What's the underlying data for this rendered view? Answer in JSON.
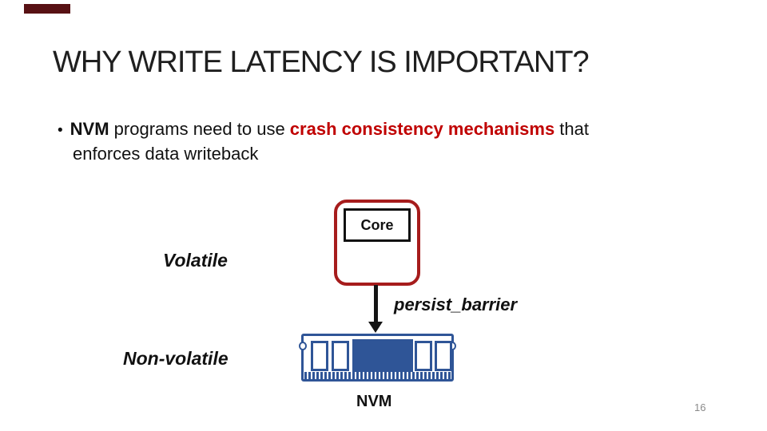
{
  "colors": {
    "accent_red": "#C00000",
    "core_border_red": "#A61C1C",
    "dimm_blue": "#2F5597",
    "top_bar_maroon": "#581114",
    "text_dark": "#1F1F1F",
    "page_number_gray": "#8A8A8A"
  },
  "slide": {
    "title": "WHY WRITE LATENCY IS IMPORTANT?",
    "page_number": "16"
  },
  "bullet": {
    "marker": "•",
    "line1": {
      "seg_bold": "NVM",
      "seg_normal": " programs need to use ",
      "seg_red": "crash consistency mechanisms",
      "seg_tail": " that"
    },
    "line2": "enforces data writeback"
  },
  "diagram": {
    "core_label": "Core",
    "volatile_label": "Volatile",
    "persist_barrier_label": "persist_barrier",
    "nonvolatile_label": "Non-volatile",
    "nvm_label": "NVM"
  }
}
